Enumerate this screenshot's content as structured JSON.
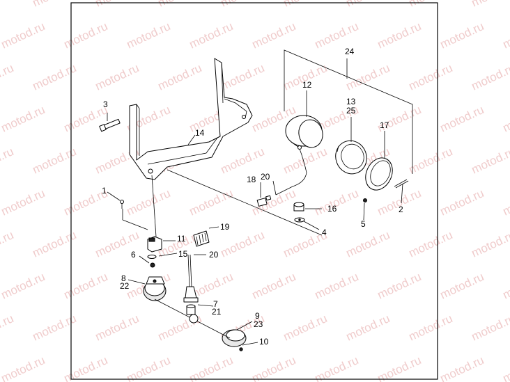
{
  "watermark_text": "motod.ru",
  "callouts": {
    "c1": "1",
    "c2": "2",
    "c3": "3",
    "c4": "4",
    "c5": "5",
    "c6": "6",
    "c7": "7",
    "c8": "8",
    "c9": "9",
    "c10": "10",
    "c11": "11",
    "c12": "12",
    "c13": "13",
    "c14": "14",
    "c15": "15",
    "c16": "16",
    "c17": "17",
    "c18": "18",
    "c19": "19",
    "c20a": "20",
    "c20b": "20",
    "c21": "21",
    "c22": "22",
    "c23": "23",
    "c24": "24",
    "c25": "25"
  },
  "colors": {
    "line": "#000000",
    "watermark": "#f0cccc",
    "background": "#ffffff"
  }
}
